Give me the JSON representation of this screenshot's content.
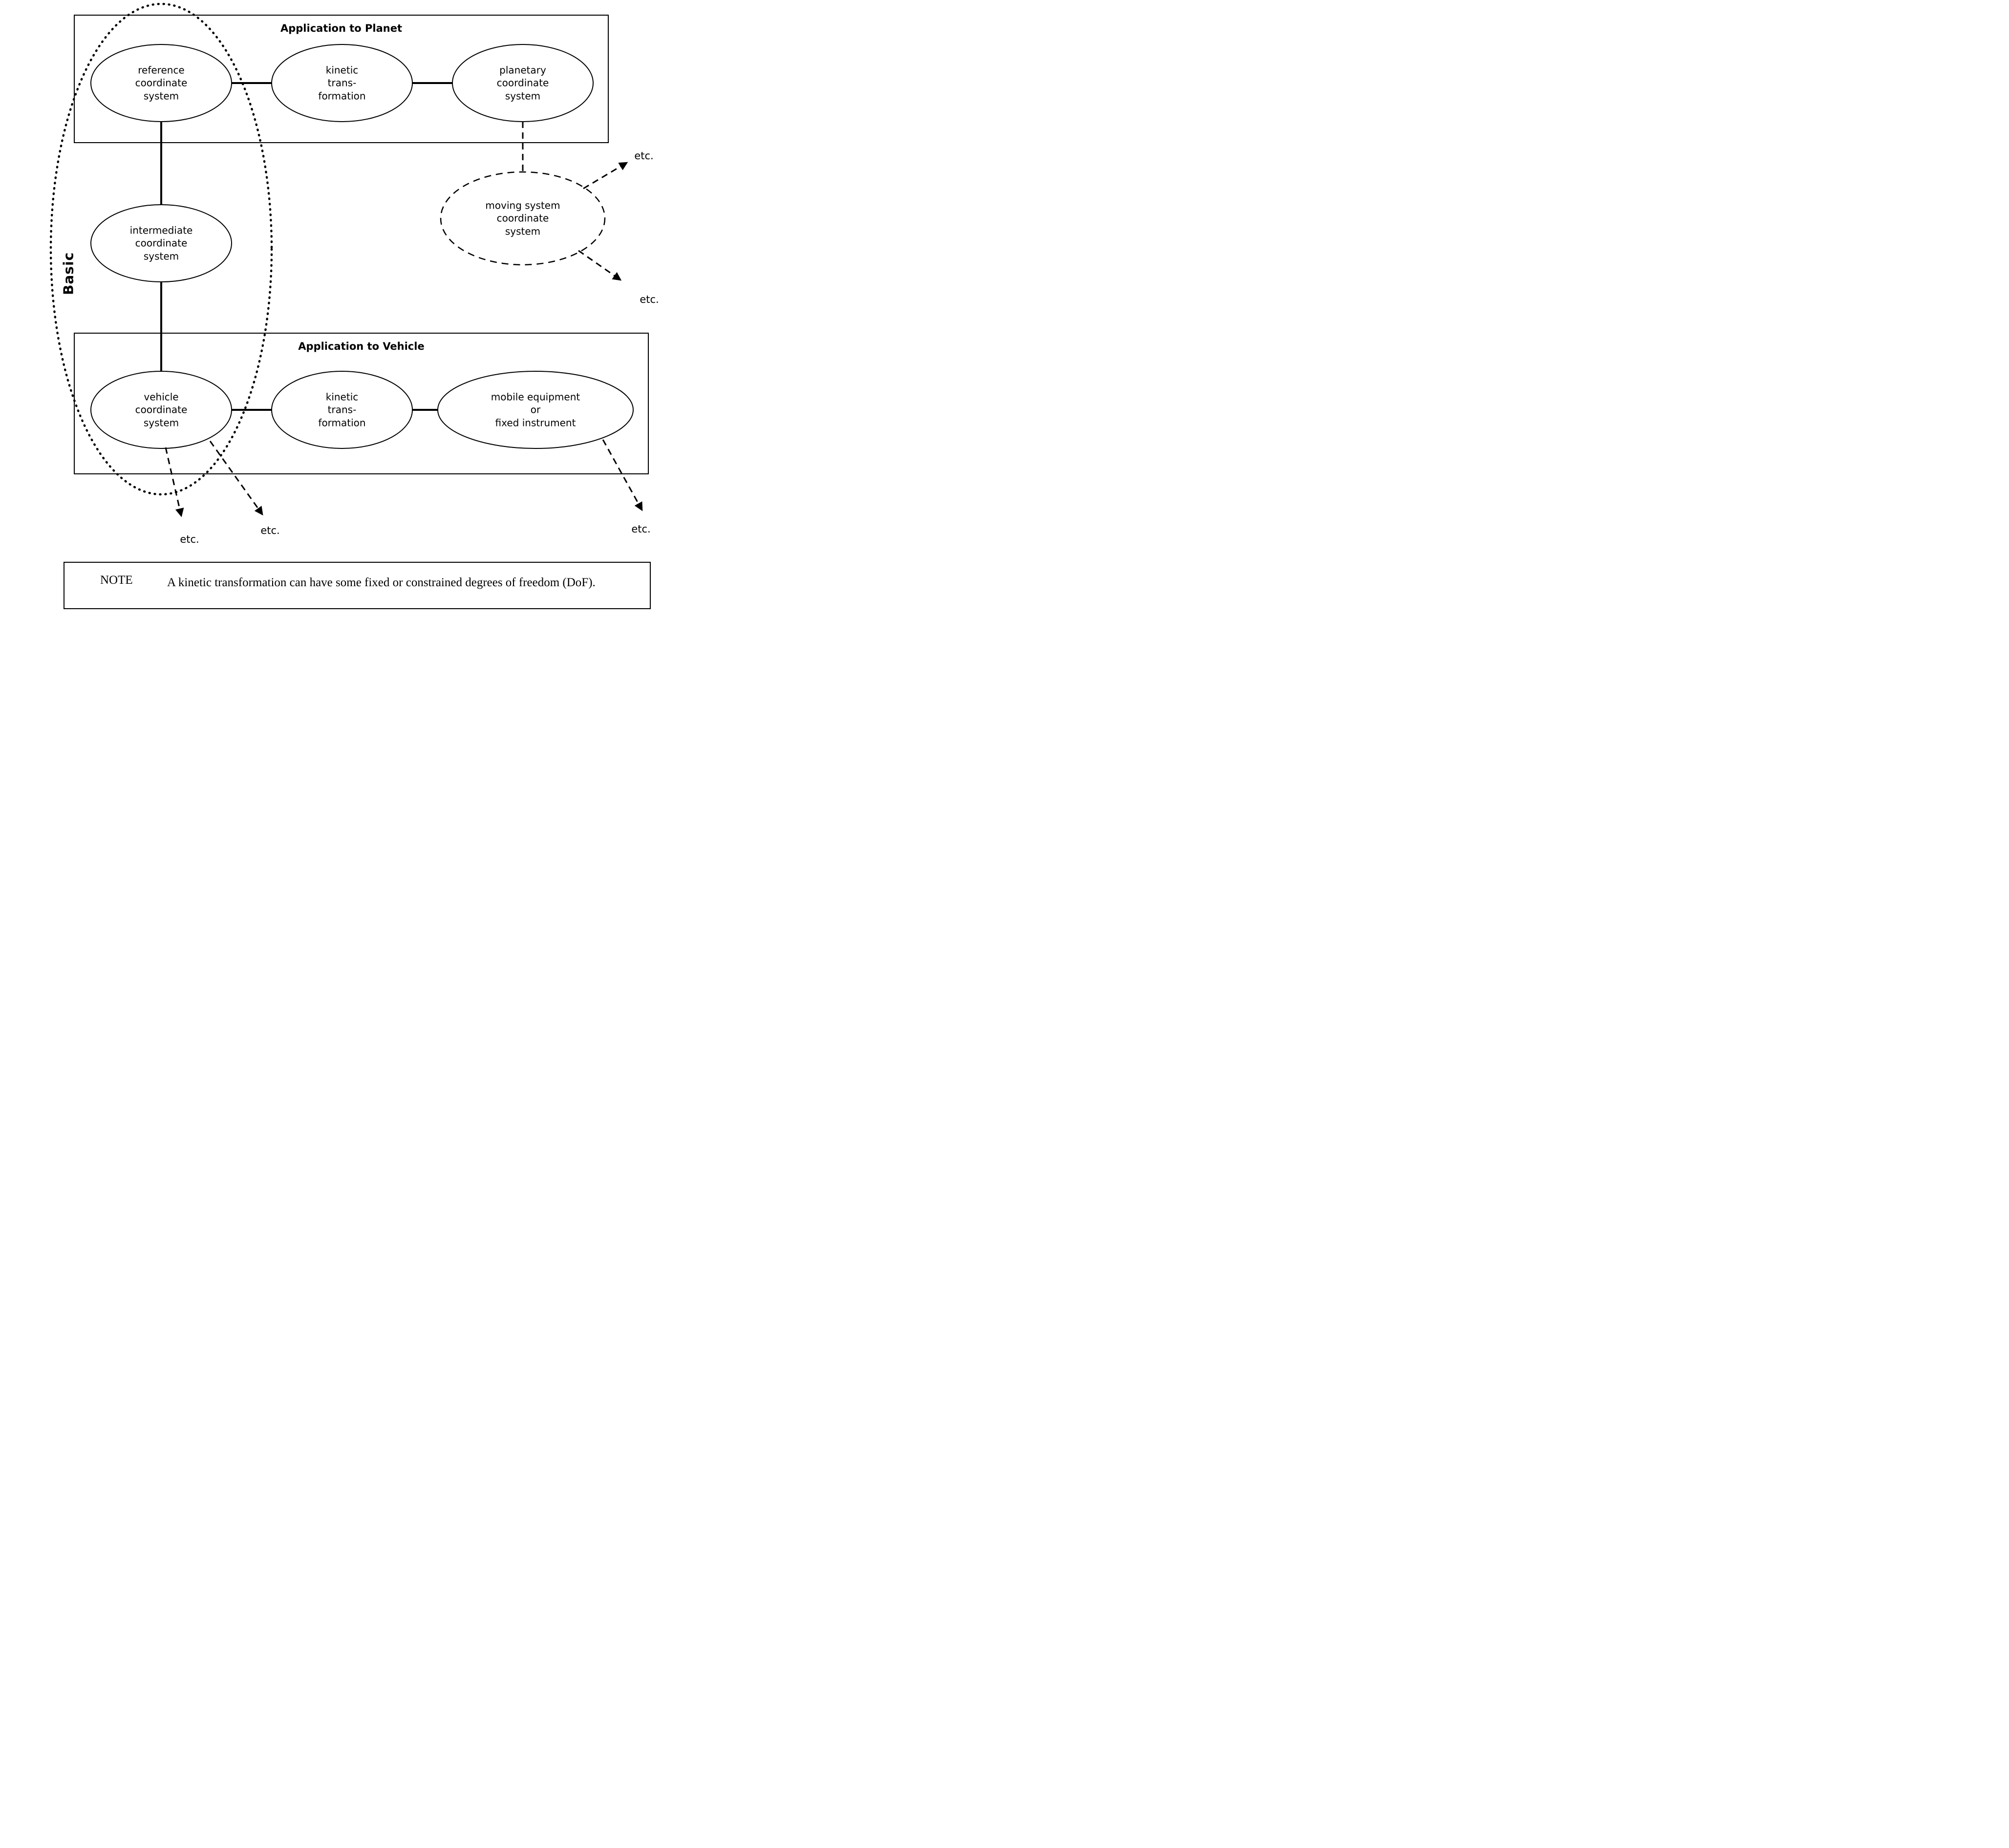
{
  "diagram": {
    "planet_box_title": "Application to Planet",
    "vehicle_box_title": "Application to Vehicle",
    "basic_group_label": "Basic",
    "nodes": {
      "reference": "reference\ncoordinate\nsystem",
      "kinetic_planet": "kinetic\ntrans-\nformation",
      "planetary": "planetary\ncoordinate\nsystem",
      "moving": "moving system\ncoordinate\nsystem",
      "intermediate": "intermediate\ncoordinate\nsystem",
      "vehicle": "vehicle\ncoordinate\nsystem",
      "kinetic_vehicle": "kinetic\ntrans-\nformation",
      "mobile": "mobile equipment\nor\nfixed instrument"
    },
    "etc_label": "etc."
  },
  "note": {
    "heading": "NOTE",
    "text": "A kinetic transformation can have some fixed or constrained degrees of freedom (DoF)."
  }
}
